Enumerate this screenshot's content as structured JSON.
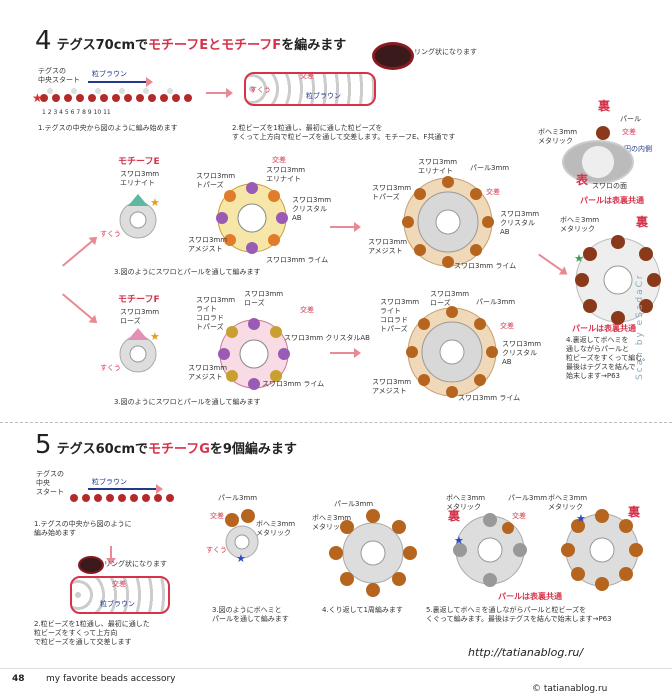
{
  "page_number": "48",
  "footer_title": "my favorite beads accessory",
  "footer_url": "http://tatianablog.ru/",
  "watermark_right": "Scan by eSadaCr",
  "watermark_bottom": "© tatianablog.ru",
  "step4": {
    "number": "4",
    "heading_a": "テグス70cmで",
    "heading_b": "モチーフEとモチーフF",
    "heading_c": "を編みます",
    "ring_label": "リング状になります",
    "start_label": "テグスの\n中央スタート",
    "bead_label": "粒ブラウン",
    "counter": "1 2 3 4 5 6 7 8 9 10 11",
    "note1": "1.テグスの中央から図のように編み始めます",
    "note2": "2.粒ビーズを1粒通し、最初に通した粒ビーズを\nすくって上方向で粒ビーズを通して交差します。モチーフE、F共通です",
    "cross": "交差",
    "scoop": "すくう",
    "motif_e": "モチーフE",
    "motif_f": "モチーフF",
    "e_swaro": "スワロ3mm\nエリナイト",
    "e_topaz": "スワロ3mm\nトパーズ",
    "e_crystal": "スワロ3mm\nクリスタル\nAB",
    "e_amethyst": "スワロ3mm\nアメジスト",
    "e_lime": "スワロ3mm ライム",
    "e_pearl": "パール3mm",
    "note3": "3.図のようにスワロとパールを通して編みます",
    "f_swaro": "スワロ3mm\nローズ",
    "f_light": "スワロ3mm\nライト\nコロラド\nトパーズ",
    "f_crystal": "スワロ3mm クリスタルAB",
    "f_amethyst": "スワロ3mm\nアメジスト",
    "f_lime": "スワロ3mm ライム",
    "f_pearl": "パール3mm",
    "back": "裏",
    "front": "表",
    "pearl_label": "パール",
    "bohemi": "ボヘミ3mm\nメタリック",
    "inner": "円の内側",
    "swaro_face": "スワロの面",
    "pearl_front": "パールは表裏共通",
    "note4": "4.裏返してボヘミを\n通しながらパールと\n粒ビーズをすくって編む。\n最後はテグスを結んで\n始末します→P63"
  },
  "step5": {
    "number": "5",
    "heading_a": "テグス60cmで",
    "heading_b": "モチーフG",
    "heading_c": "を9個編みます",
    "start_label": "テグスの\n中央\nスタート",
    "bead_label": "粒ブラウン",
    "note1": "1.テグスの中央から図のように\n編み始めます",
    "ring_label": "リング状になります",
    "cross": "交差",
    "bead2": "粒ブラウン",
    "note2": "2.粒ビーズを1粒通し、最初に通した\n粒ビーズをすくって上方向\nで粒ビーズを通して交差します",
    "pearl": "パール3mm",
    "bohemi": "ボヘミ3mm\nメタリック",
    "note3": "3.図のようにボヘミと\nパールを通して編みます",
    "note4": "4.くり返して1周編みます",
    "back": "裏",
    "pearl_common": "パールは表裏共通",
    "note5": "5.裏返してボヘミを通しながらパールと粒ビーズを\nくぐって編みます。最後はテグスを結んで始末します→P63"
  }
}
